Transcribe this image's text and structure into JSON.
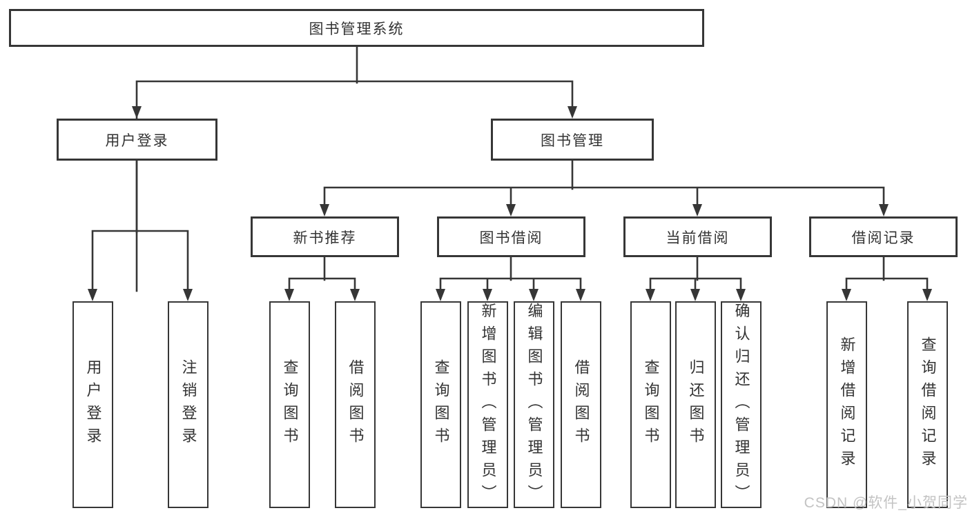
{
  "colors": {
    "line": "#363636",
    "text": "#333333",
    "box_background": "#ffffff",
    "watermark": "#c3c3c3"
  },
  "tree": {
    "root": "图书管理系统",
    "level2": [
      "用户登录",
      "图书管理"
    ],
    "level3": [
      "新书推荐",
      "图书借阅",
      "当前借阅",
      "借阅记录"
    ],
    "leaves": [
      "用户登录",
      "注销登录",
      "查询图书",
      "借阅图书",
      "查询图书",
      "新增图书（管理员）",
      "编辑图书（管理员）",
      "借阅图书",
      "查询图书",
      "归还图书",
      "确认归还（管理员）",
      "新增借阅记录",
      "查询借阅记录"
    ]
  },
  "watermark": "CSDN @软件_小贺同学"
}
